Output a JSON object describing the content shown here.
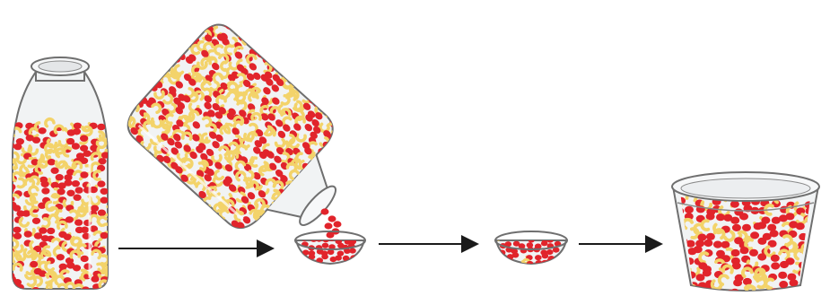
{
  "colors": {
    "background": "#ffffff",
    "red_bean": "#e1242b",
    "yellow_bean": "#f3d36a",
    "glass_fill": "#f1f3f4",
    "glass_edge": "#6f6f6f",
    "arrow": "#1a1a1a"
  },
  "stages": [
    {
      "name": "source-bottle",
      "red_share": 0.5
    },
    {
      "name": "pouring-bottle",
      "red_share": 0.5
    },
    {
      "name": "small-sample-dish",
      "red_share": 1.0
    },
    {
      "name": "sample-dish",
      "red_share": 0.9
    },
    {
      "name": "new-population-cup",
      "red_share": 0.75
    }
  ],
  "arrows": [
    "bottle-to-dish",
    "dish-to-sample",
    "sample-to-cup"
  ]
}
